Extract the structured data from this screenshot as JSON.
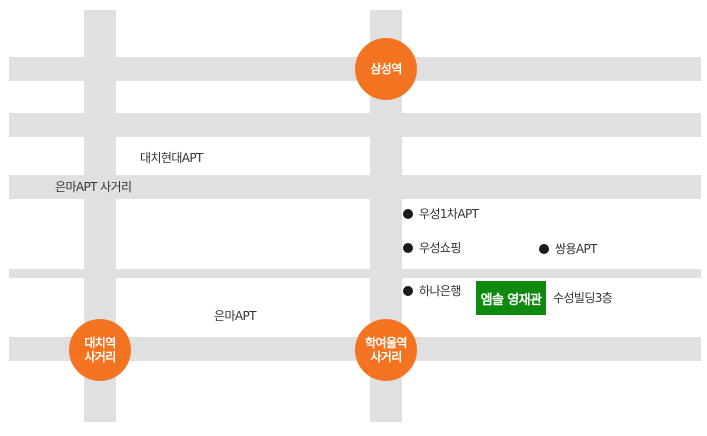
{
  "colors": {
    "road": "#e0e0e0",
    "station": "#f37321",
    "highlight": "#0f8a0f",
    "marker": "#1a1a1a",
    "text": "#333333"
  },
  "stations": {
    "samseong": {
      "line1": "삼성역",
      "line2": ""
    },
    "daechi": {
      "line1": "대치역",
      "line2": "사거리"
    },
    "hakyeoul": {
      "line1": "학여울역",
      "line2": "사거리"
    }
  },
  "labels": {
    "daechi_hyundai": "대치현대APT",
    "eunma_crossroad": "은마APT 사거리",
    "eunma": "은마APT",
    "suseong_building": "수성빌딩3층"
  },
  "markers": {
    "wooseong_apt": "우성1차APT",
    "wooseong_shopping": "우성쇼핑",
    "ssangyong_apt": "쌍용APT",
    "hana_bank": "하나은행"
  },
  "destination": {
    "name": "엠솔 영재관"
  }
}
